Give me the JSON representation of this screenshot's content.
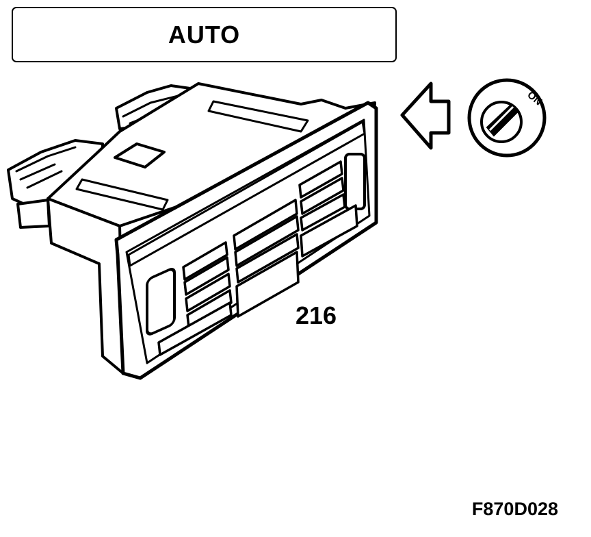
{
  "mode_label": "AUTO",
  "ignition": {
    "position_label": "ON"
  },
  "callout_number": "216",
  "figure_code": "F870D028",
  "colors": {
    "ink": "#000000",
    "paper": "#ffffff"
  },
  "icons": {
    "arrow": "left-arrow-icon",
    "ignition": "ignition-key-icon"
  }
}
